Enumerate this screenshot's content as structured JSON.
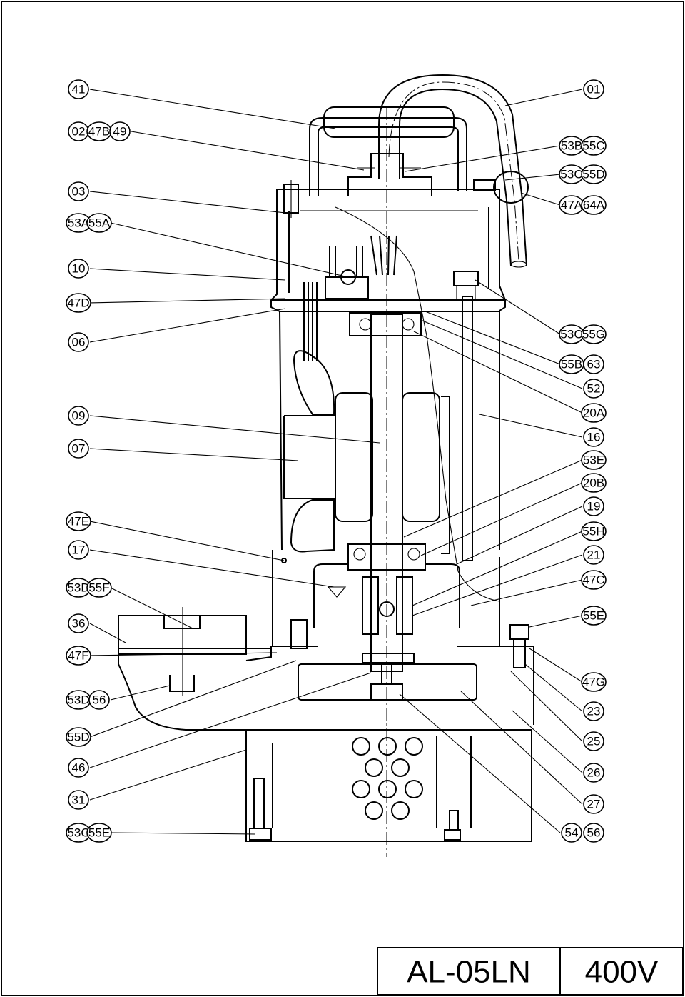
{
  "drawing": {
    "title_block": {
      "model": "AL-05LN",
      "voltage": "400V"
    },
    "callouts_left": [
      [
        "41"
      ],
      [
        "02",
        "47B",
        "49"
      ],
      [
        "03"
      ],
      [
        "53A",
        "55A"
      ],
      [
        "10"
      ],
      [
        "47D"
      ],
      [
        "06"
      ],
      [
        "09"
      ],
      [
        "07"
      ],
      [
        "47E"
      ],
      [
        "17"
      ],
      [
        "53D",
        "55F"
      ],
      [
        "36"
      ],
      [
        "47F"
      ],
      [
        "53D",
        "56"
      ],
      [
        "55D"
      ],
      [
        "46"
      ],
      [
        "31"
      ],
      [
        "53C",
        "55E"
      ]
    ],
    "callouts_right": [
      [
        "01"
      ],
      [
        "53B",
        "55C"
      ],
      [
        "53C",
        "55D"
      ],
      [
        "47A",
        "64A"
      ],
      [
        "53C",
        "55G"
      ],
      [
        "55B",
        "63"
      ],
      [
        "52"
      ],
      [
        "20A"
      ],
      [
        "16"
      ],
      [
        "53E"
      ],
      [
        "20B"
      ],
      [
        "19"
      ],
      [
        "55H"
      ],
      [
        "21"
      ],
      [
        "47C"
      ],
      [
        "55E"
      ],
      [
        "47G"
      ],
      [
        "23"
      ],
      [
        "25"
      ],
      [
        "26"
      ],
      [
        "27"
      ],
      [
        "54",
        "56"
      ]
    ]
  }
}
